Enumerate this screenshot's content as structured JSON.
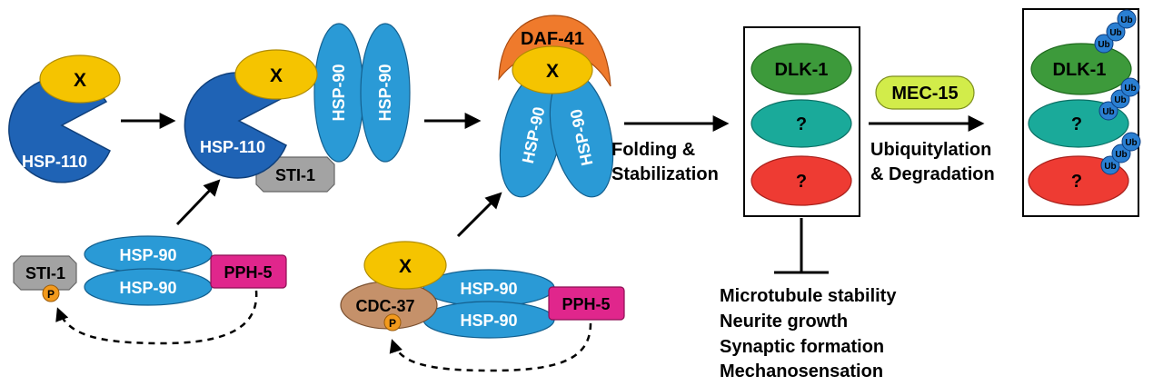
{
  "colors": {
    "hsp110": "#1f63b5",
    "hsp90": "#2a9ad6",
    "x_client": "#f5c400",
    "sti1": "#a3a3a3",
    "pph5": "#e0268c",
    "daf41": "#ef7a2c",
    "cdc37": "#c5916a",
    "phospho": "#f39a1c",
    "dlk1": "#3d9a3b",
    "teal_client": "#1aaa9a",
    "red_client": "#ee3b33",
    "mec15": "#d2ec4a",
    "ubiquitin": "#2a7fd2"
  },
  "labels": {
    "x": "X",
    "hsp110": "HSP-110",
    "hsp90": "HSP-90",
    "sti1": "STI-1",
    "pph5": "PPH-5",
    "phospho": "P",
    "daf41": "DAF-41",
    "cdc37": "CDC-37",
    "dlk1": "DLK-1",
    "unknown": "?",
    "mec15": "MEC-15",
    "ub": "Ub"
  },
  "steps": {
    "folding": [
      "Folding &",
      "Stabilization"
    ],
    "ubiquitylation": [
      "Ubiquitylation",
      "& Degradation"
    ]
  },
  "outcomes": [
    "Microtubule stability",
    "Neurite growth",
    "Synaptic formation",
    "Mechanosensation"
  ]
}
